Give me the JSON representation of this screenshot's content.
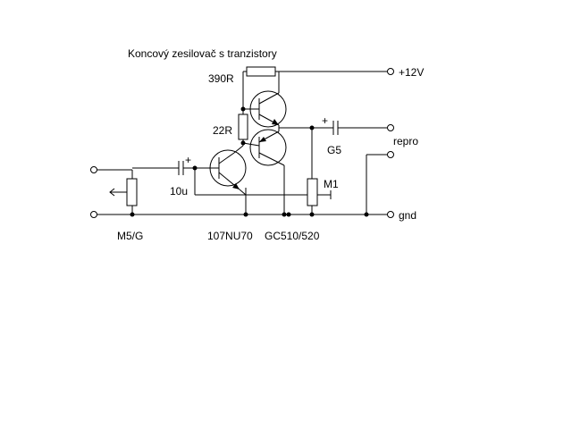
{
  "title": "Koncový zesilovač s tranzistory",
  "labels": {
    "r390": "390R",
    "r22": "22R",
    "supply": "+12V",
    "output_cap": "G5",
    "speaker": "repro",
    "pot_m1": "M1",
    "input_cap": "10u",
    "ground": "gnd",
    "pot_m5": "M5/G",
    "driver": "107NU70",
    "output_pair": "GC510/520",
    "plus_input_cap": "+",
    "plus_output_cap": "+"
  }
}
